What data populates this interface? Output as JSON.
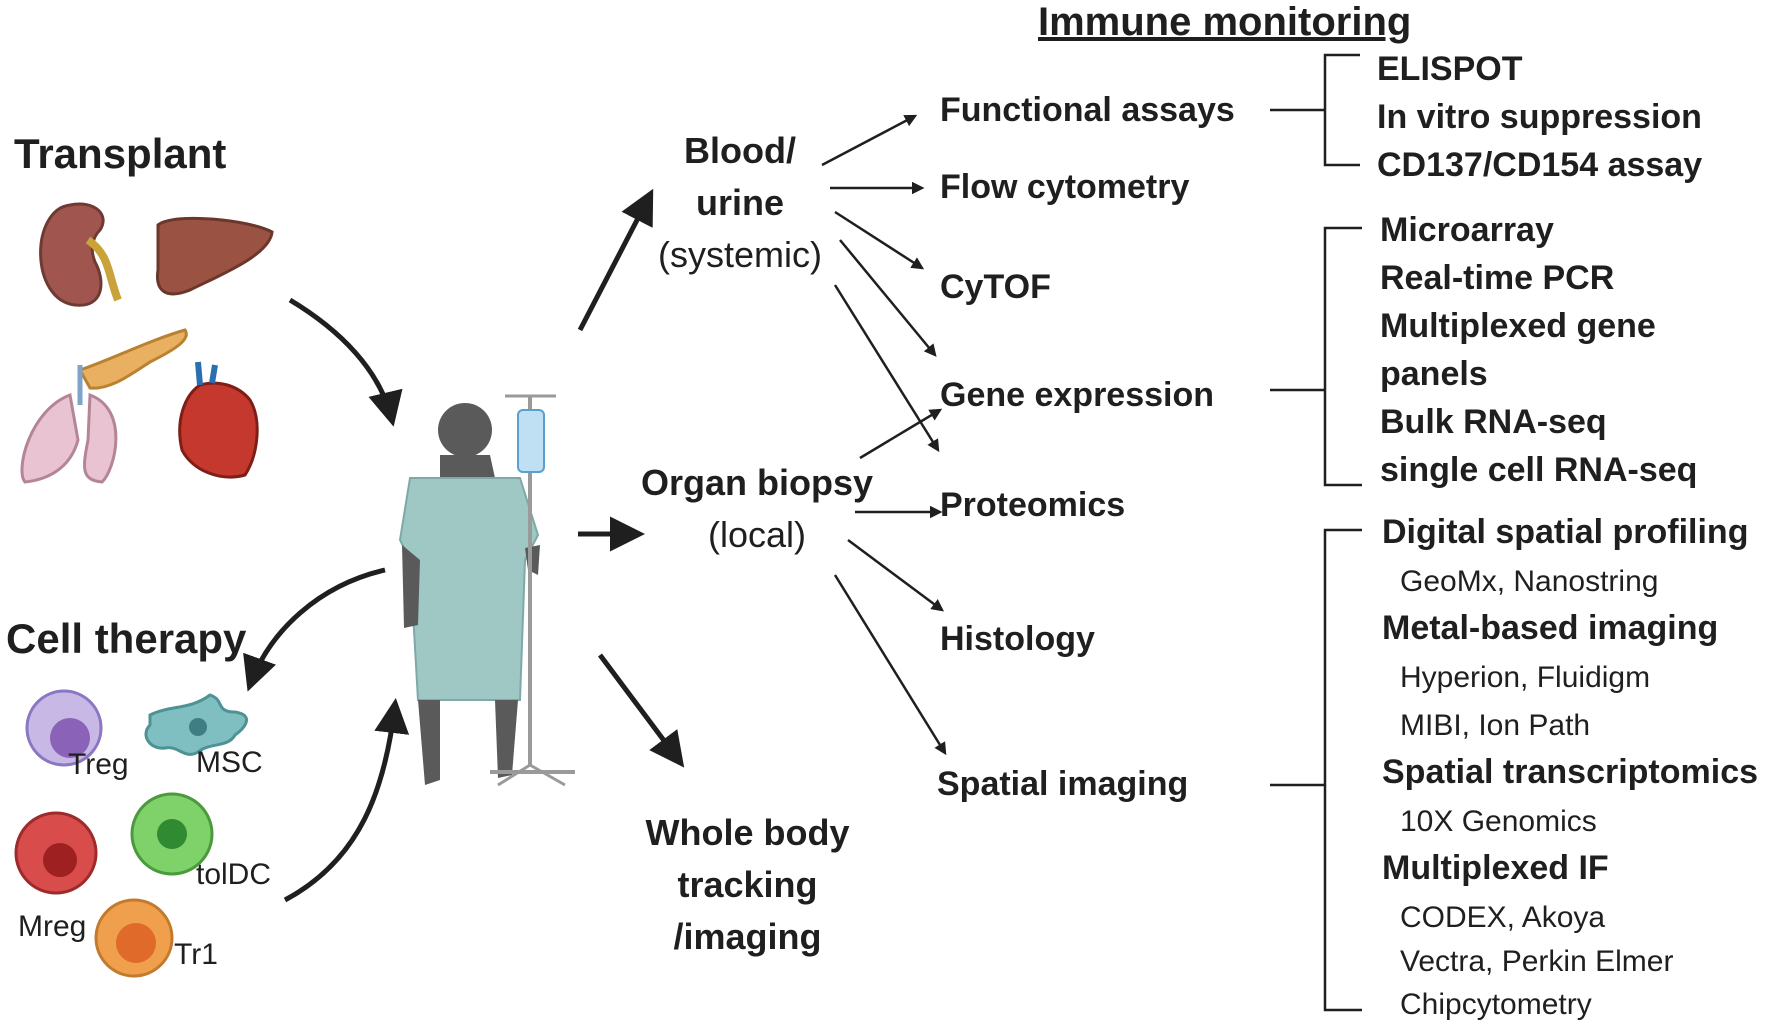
{
  "title": "Immune monitoring",
  "left": {
    "transplant": "Transplant",
    "cell_therapy": "Cell therapy",
    "cells": [
      "Treg",
      "MSC",
      "tolDC",
      "Mreg",
      "Tr1"
    ]
  },
  "hubs": {
    "blood": [
      "Blood/",
      "urine",
      "(systemic)"
    ],
    "biopsy": [
      "Organ biopsy",
      "(local)"
    ],
    "whole_body": [
      "Whole body",
      "tracking",
      "/imaging"
    ]
  },
  "methods": [
    "Functional assays",
    "Flow cytometry",
    "CyTOF",
    "Gene expression",
    "Proteomics",
    "Histology",
    "Spatial imaging"
  ],
  "functional_assays": [
    "ELISPOT",
    "In vitro suppression",
    "CD137/CD154 assay"
  ],
  "gene_expression": [
    "Microarray",
    "Real-time PCR",
    "Multiplexed gene",
    "panels",
    "Bulk RNA-seq",
    "single cell RNA-seq"
  ],
  "spatial": [
    {
      "name": "Digital spatial profiling",
      "vendors": [
        "GeoMx, Nanostring"
      ]
    },
    {
      "name": "Metal-based imaging",
      "vendors": [
        "Hyperion, Fluidigm",
        "MIBI, Ion Path"
      ]
    },
    {
      "name": "Spatial transcriptomics",
      "vendors": [
        "10X Genomics"
      ]
    },
    {
      "name": "Multiplexed IF",
      "vendors": [
        "CODEX, Akoya",
        "Vectra, Perkin Elmer",
        "Chipcytometry"
      ]
    }
  ],
  "colors": {
    "text": "#1f1f1f",
    "gown": "#9fc7c4",
    "skin": "#5a5a5a"
  },
  "icons": [
    "kidney-icon",
    "liver-icon",
    "pancreas-icon",
    "lungs-icon",
    "heart-icon",
    "patient-icon",
    "iv-stand-icon"
  ]
}
